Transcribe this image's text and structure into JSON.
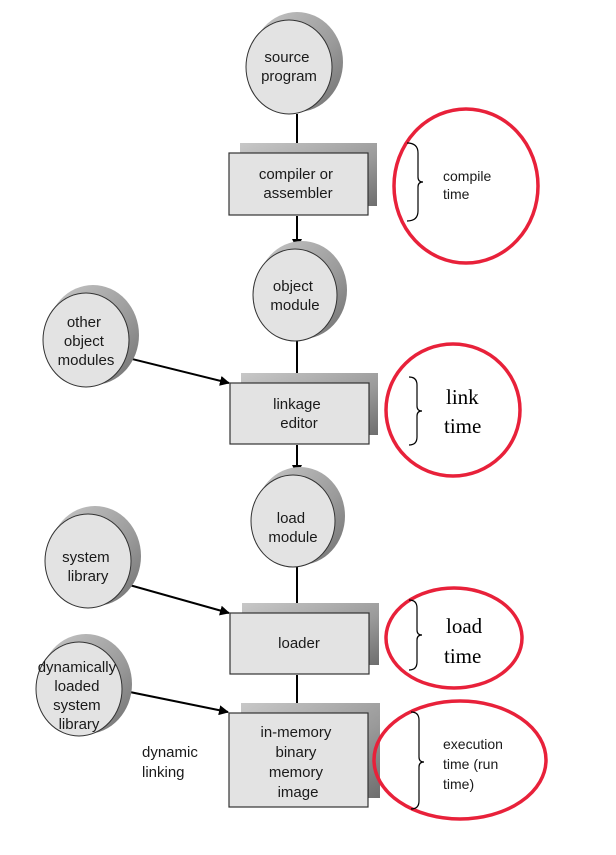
{
  "diagram": {
    "title": "Multistep processing of a user program",
    "nodes": [
      {
        "id": "source-program",
        "shape": "ellipse",
        "lines": [
          "source",
          "program"
        ]
      },
      {
        "id": "compiler",
        "shape": "box",
        "lines": [
          "compiler or",
          "assembler"
        ]
      },
      {
        "id": "object-module",
        "shape": "ellipse",
        "lines": [
          "object",
          "module"
        ]
      },
      {
        "id": "other-object-modules",
        "shape": "ellipse",
        "lines": [
          "other",
          "object",
          "modules"
        ]
      },
      {
        "id": "linkage-editor",
        "shape": "box",
        "lines": [
          "linkage",
          "editor"
        ]
      },
      {
        "id": "load-module",
        "shape": "ellipse",
        "lines": [
          "load",
          "module"
        ]
      },
      {
        "id": "system-library",
        "shape": "ellipse",
        "lines": [
          "system",
          "library"
        ]
      },
      {
        "id": "loader",
        "shape": "box",
        "lines": [
          "loader"
        ]
      },
      {
        "id": "dynamic-library",
        "shape": "ellipse",
        "lines": [
          "dynamically",
          "loaded",
          "system",
          "library"
        ]
      },
      {
        "id": "memory-image",
        "shape": "box",
        "lines": [
          "in-memory",
          "binary",
          "memory",
          "image"
        ]
      }
    ],
    "edges": [
      {
        "from": "source-program",
        "to": "compiler"
      },
      {
        "from": "compiler",
        "to": "object-module"
      },
      {
        "from": "object-module",
        "to": "linkage-editor"
      },
      {
        "from": "other-object-modules",
        "to": "linkage-editor"
      },
      {
        "from": "linkage-editor",
        "to": "load-module"
      },
      {
        "from": "load-module",
        "to": "loader"
      },
      {
        "from": "system-library",
        "to": "loader"
      },
      {
        "from": "loader",
        "to": "memory-image"
      },
      {
        "from": "dynamic-library",
        "to": "memory-image"
      }
    ],
    "edge_label": {
      "lines": [
        "dynamic",
        "linking"
      ]
    },
    "phases": [
      {
        "id": "compile-time",
        "lines": [
          "compile",
          "time"
        ]
      },
      {
        "id": "link-time",
        "lines": [
          "link",
          "time"
        ]
      },
      {
        "id": "load-time",
        "lines": [
          "load",
          "time"
        ]
      },
      {
        "id": "execution-time",
        "lines": [
          "execution",
          "time  (run",
          "time)"
        ]
      }
    ]
  },
  "colors": {
    "highlight_ring": "#e8213a",
    "node_fill": "#e3e3e3",
    "shadow": "#8c8c8c"
  }
}
